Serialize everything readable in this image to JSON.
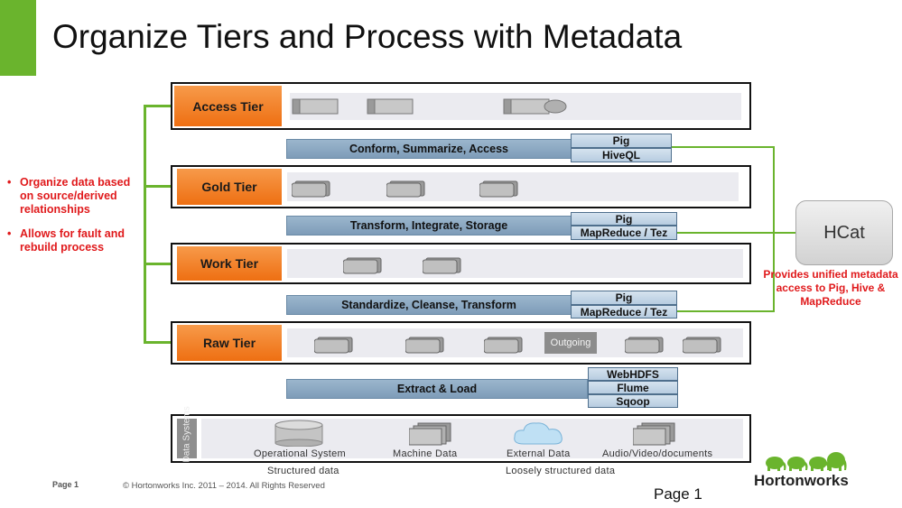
{
  "title": "Organize Tiers and Process with Metadata",
  "bullets": [
    "Organize data based on source/derived relationships",
    "Allows for fault and rebuild process"
  ],
  "tiers": {
    "access": "Access Tier",
    "gold": "Gold Tier",
    "work": "Work Tier",
    "raw": "Raw Tier"
  },
  "processes": {
    "p1": "Conform, Summarize, Access",
    "p2": "Transform, Integrate, Storage",
    "p3": "Standardize, Cleanse, Transform",
    "p4": "Extract & Load"
  },
  "tools": {
    "p1": [
      "Pig",
      "HiveQL"
    ],
    "p2": [
      "Pig",
      "MapReduce / Tez"
    ],
    "p3": [
      "Pig",
      "MapReduce / Tez"
    ],
    "p4": [
      "WebHDFS",
      "Flume",
      "Sqoop"
    ]
  },
  "outgoing": "Outgoing",
  "hcat": {
    "label": "HCat",
    "note": "Provides unified metadata access to Pig, Hive & MapReduce"
  },
  "sources": {
    "side_label": "Data Systems",
    "operational": "Operational System",
    "machine": "Machine Data",
    "external": "External Data",
    "av": "Audio/Video/documents",
    "structured": "Structured data",
    "loose": "Loosely structured data"
  },
  "footer": {
    "page_small": "Page 1",
    "copyright": "© Hortonworks Inc. 2011 – 2014. All Rights Reserved",
    "page": "Page 1",
    "logo": "Hortonworks"
  },
  "colors": {
    "accent_green": "#6ab42d",
    "tier_orange": "#ee6f12",
    "bullet_red": "#e0191b",
    "process_blue": "#7e9cb8"
  }
}
